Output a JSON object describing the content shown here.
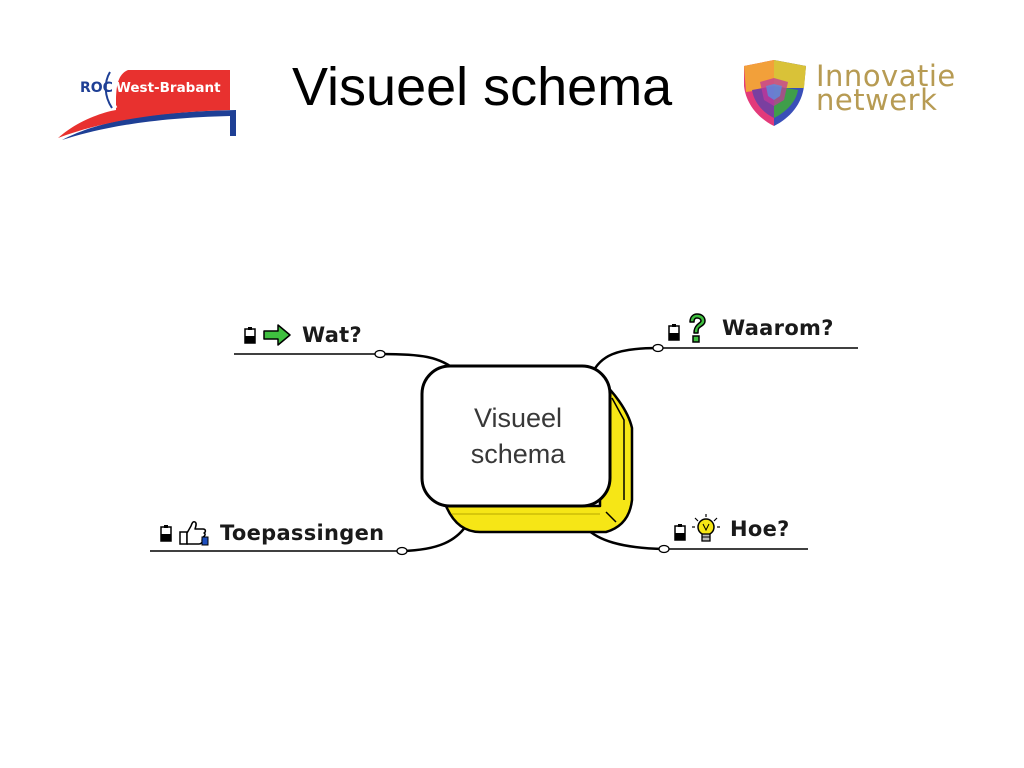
{
  "slide": {
    "title": "Visueel schema"
  },
  "logos": {
    "roc": {
      "text_roc": "ROC",
      "text_name": "West-Brabant",
      "colors": {
        "red": "#e8312f",
        "blue": "#1e3f95"
      }
    },
    "innovatie": {
      "line1": "Innovatie",
      "line2": "netwerk",
      "text_color": "#b79b53"
    }
  },
  "mindmap": {
    "central": {
      "line1": "Visueel",
      "line2": "schema",
      "accent_color": "#f6e616"
    },
    "branches": [
      {
        "label": "Wat?",
        "icon": "right-arrow-icon"
      },
      {
        "label": "Waarom?",
        "icon": "question-mark-icon"
      },
      {
        "label": "Toepassingen",
        "icon": "thumbs-up-icon"
      },
      {
        "label": "Hoe?",
        "icon": "light-bulb-icon"
      }
    ],
    "note_icon": "note-icon"
  }
}
